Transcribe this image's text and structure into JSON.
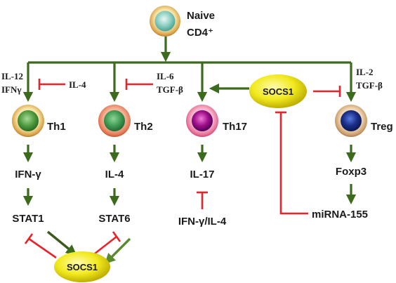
{
  "naive": {
    "line1": "Naive",
    "line2": "CD4⁺"
  },
  "cells": {
    "th1": "Th1",
    "th2": "Th2",
    "th17": "Th17",
    "treg": "Treg"
  },
  "inputs": {
    "th1_a": "IL-12",
    "th1_b": "IFNγ",
    "il4_inhibit": "IL-4",
    "th17_a": "IL-6",
    "th17_b": "TGF-β",
    "treg_a": "IL-2",
    "treg_b": "TGF-β"
  },
  "products": {
    "th1_cytokine": "IFN-γ",
    "th1_stat": "STAT1",
    "th2_cytokine": "IL-4",
    "th2_stat": "STAT6",
    "th17_cytokine": "IL-17",
    "th17_inhibitor": "IFN-γ/IL-4",
    "treg_factor": "Foxp3",
    "mirna": "miRNA-155"
  },
  "socs": {
    "top": "SOCS1",
    "bottom": "SOCS1"
  },
  "colors": {
    "activation": "#3d6b1e",
    "inhibition": "#e8232a",
    "socs_fill": "#f2ea1e",
    "th1": "#2f7a2a",
    "th2": "#2f8a4a",
    "th17": "#a0108a",
    "treg": "#1b2f8a",
    "naive": "#6fbfb2"
  }
}
